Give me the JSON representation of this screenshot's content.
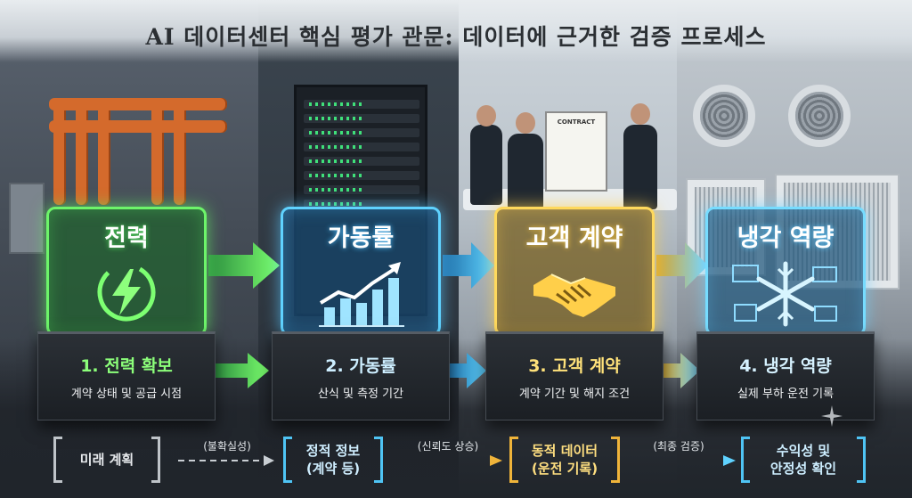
{
  "title": "AI 데이터센터 핵심 평가 관문: 데이터에 근거한 검증 프로세스",
  "colors": {
    "power": "#6df56a",
    "utilization": "#5fd2ff",
    "contract": "#ffd95c",
    "cooling": "#76dcff",
    "future_plan": "#bfc4c9",
    "dynamic_data": "#f0b43a"
  },
  "cards": [
    {
      "label": "전력",
      "icon": "lightning-bolt-icon"
    },
    {
      "label": "가동률",
      "icon": "rising-bar-chart-icon"
    },
    {
      "label": "고객 계약",
      "icon": "handshake-icon"
    },
    {
      "label": "냉각 역량",
      "icon": "snowflake-icon"
    }
  ],
  "background": {
    "contract_document": "CONTRACT"
  },
  "steps": [
    {
      "title": "1. 전력 확보",
      "subtitle": "계약 상태 및 공급 시점"
    },
    {
      "title": "2. 가동률",
      "subtitle": "산식 및 측정 기간"
    },
    {
      "title": "3. 고객 계약",
      "subtitle": "계약 기간 및 해지 조건"
    },
    {
      "title": "4. 냉각 역량",
      "subtitle": "실제 부하 운전 기록"
    }
  ],
  "flow": {
    "stages": [
      {
        "line1": "미래 계획",
        "line2": ""
      },
      {
        "line1": "정적 정보",
        "line2": "(계약 등)"
      },
      {
        "line1": "동적 데이터",
        "line2": "(운전 기록)"
      },
      {
        "line1": "수익성 및",
        "line2": "안정성 확인"
      }
    ],
    "transitions": [
      "(불확실성)",
      "(신뢰도 상승)",
      "(최종 검증)"
    ]
  }
}
